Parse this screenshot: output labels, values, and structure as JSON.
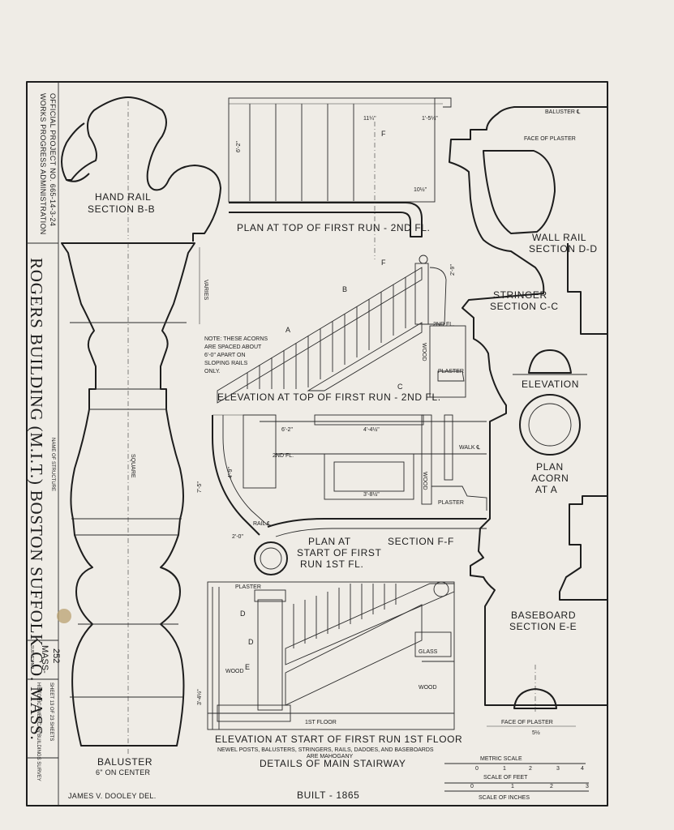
{
  "title_block": {
    "wpa_lines": [
      "WORKS PROGRESS ADMINISTRATION",
      "OFFICIAL PROJECT NO. 665-14-3-24"
    ],
    "structure_name": "ROGERS BUILDING (M.I.T.) BOSTON SUFFOLK CO. MASS.",
    "name_of_structure_caption": "NAME OF STRUCTURE",
    "survey_no_caption": "SURVEY NO.",
    "survey_no": "MASS-",
    "survey_no_2": "252",
    "habs": "HISTORIC AMERICAN BUILDINGS SURVEY",
    "sheet": "SHEET 13 OF 23 SHEETS"
  },
  "labels": {
    "hand_rail": "HAND RAIL",
    "hand_rail_section": "SECTION B-B",
    "baluster": "BALUSTER",
    "baluster_spacing": "6\" ON CENTER",
    "square": "SQUARE",
    "varies": "VARIES",
    "plan_top": "PLAN AT TOP OF FIRST RUN - 2ND FL.",
    "elev_top": "ELEVATION AT TOP OF FIRST RUN - 2ND FL.",
    "note_1": "NOTE: THESE ACORNS",
    "note_2": "ARE SPACED ABOUT",
    "note_3": "6'-0\" APART ON",
    "note_4": "SLOPING RAILS",
    "note_5": "ONLY.",
    "plan_start_1": "PLAN AT",
    "plan_start_2": "START OF FIRST",
    "plan_start_3": "RUN 1ST FL.",
    "section_ff": "SECTION F-F",
    "elev_start": "ELEVATION AT START OF FIRST RUN 1ST FLOOR",
    "materials_1": "NEWEL POSTS, BALUSTERS, STRINGERS, RAILS, DADOES, AND BASEBOARDS",
    "materials_2": "ARE MAHOGANY",
    "details": "DETAILS OF MAIN STAIRWAY",
    "baluster_c": "BALUSTER ℄",
    "face_of_plaster": "FACE OF PLASTER",
    "wall_rail": "WALL RAIL",
    "wall_rail_section": "SECTION D-D",
    "stringer": "STRINGER",
    "stringer_section": "SECTION C-C",
    "elevation": "ELEVATION",
    "plan": "PLAN",
    "acorn": "ACORN",
    "at_a": "AT A",
    "baseboard": "BASEBOARD",
    "baseboard_section": "SECTION E-E",
    "metric_scale": "METRIC SCALE",
    "scale_feet": "SCALE OF FEET",
    "scale_inches": "SCALE OF INCHES",
    "drawn_by": "JAMES V. DOOLEY  DEL.",
    "built": "BUILT - 1865",
    "plaster": "PLASTER",
    "glass": "GLASS",
    "wood": "WOOD",
    "first_floor": "1ST FLOOR",
    "second_floor": "2ND FL.",
    "walk": "WALK ℄",
    "rail": "RAIL ℄",
    "five_half": "5½"
  },
  "dimensions": [
    "6'-2\"",
    "7'-5\"",
    "4'-9\"",
    "2'-0\"",
    "3'-4½\"",
    "1'-5¼\"",
    "11¼\"",
    "10½\"",
    "6'-2\"",
    "4'-4½\"",
    "3'-8½\"",
    "2'-9\""
  ],
  "letters": {
    "A": "A",
    "B": "B",
    "C": "C",
    "D": "D",
    "E": "E",
    "F": "F"
  },
  "scales": {
    "metric_ticks": [
      "0",
      "1",
      "2",
      "3",
      "4"
    ],
    "feet_ticks": [
      "0",
      "1",
      "2",
      "3"
    ]
  }
}
